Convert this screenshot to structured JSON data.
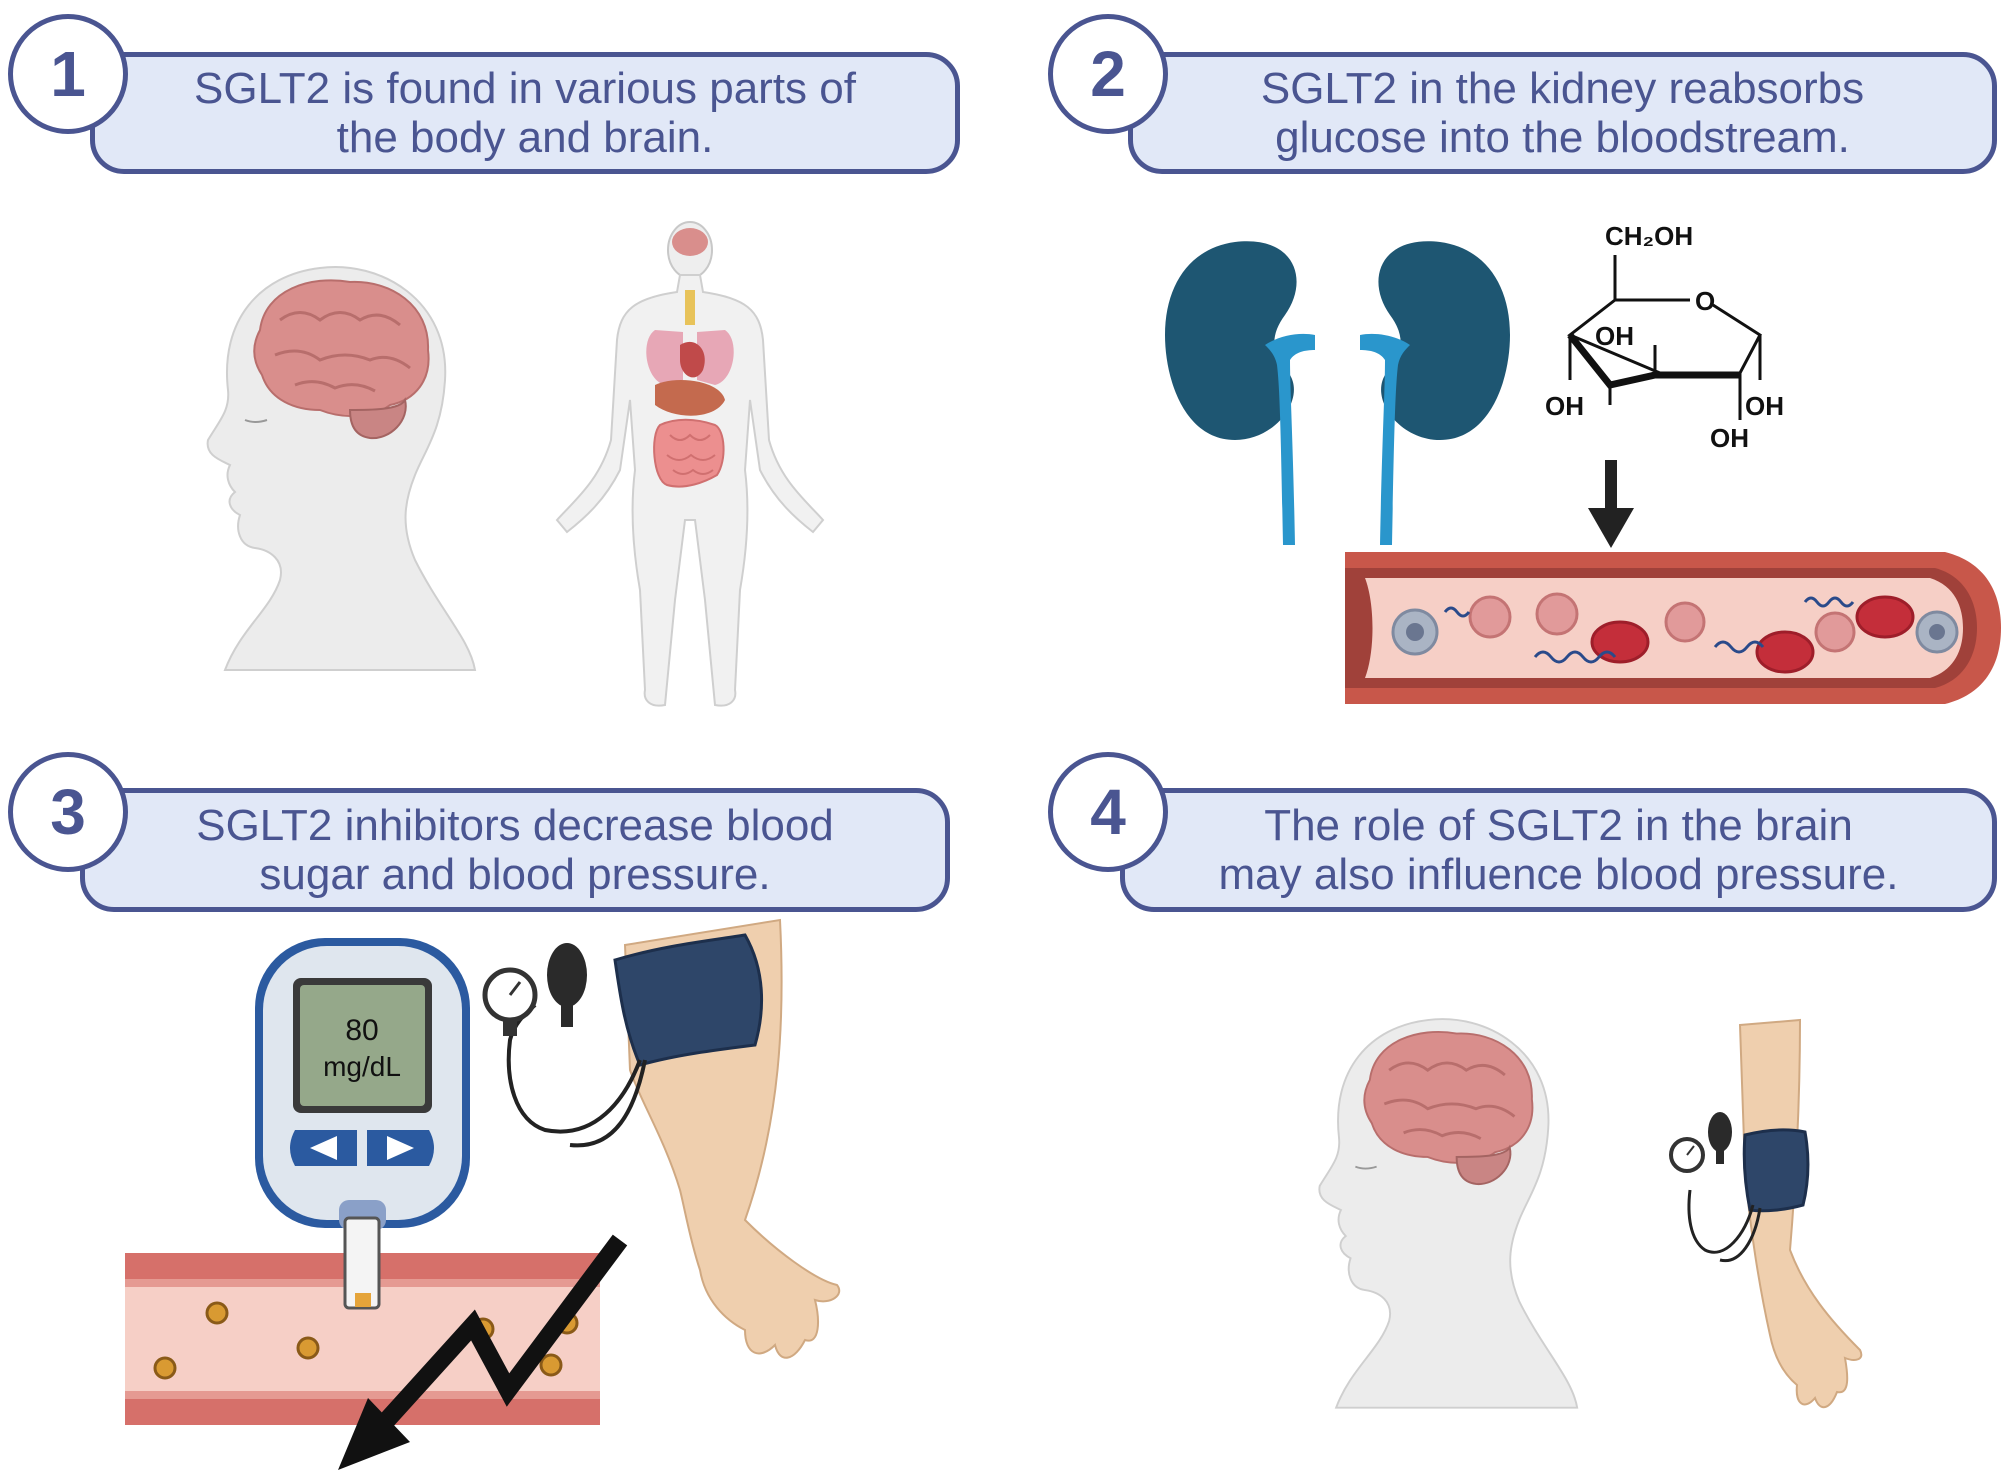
{
  "panels": [
    {
      "number": "1",
      "lines": [
        "SGLT2 is found in various parts of",
        "the body and brain."
      ]
    },
    {
      "number": "2",
      "lines": [
        "SGLT2 in the kidney reabsorbs",
        "glucose into the bloodstream."
      ]
    },
    {
      "number": "3",
      "lines": [
        "SGLT2 inhibitors decrease blood",
        "sugar and blood pressure."
      ]
    },
    {
      "number": "4",
      "lines": [
        "The role of SGLT2 in the brain",
        "may also influence blood pressure."
      ]
    }
  ],
  "glucose": {
    "ch2oh": "CH₂OH",
    "ring_o": "O",
    "oh": "OH"
  },
  "meter": {
    "value": "80",
    "unit": "mg/dL"
  },
  "colors": {
    "accent": "#4a5591",
    "banner_bg": "#e1e8f7",
    "kidney": "#1e5672",
    "ureter": "#2a96cc",
    "vessel_wall": "#c8574a",
    "vessel_inner": "#f6cfc6",
    "brain": "#d98e8c",
    "meter_blue": "#2b5aa0",
    "glucose_dot": "#d99a32",
    "cuff": "#2e4669",
    "skin": "#efcfae"
  }
}
